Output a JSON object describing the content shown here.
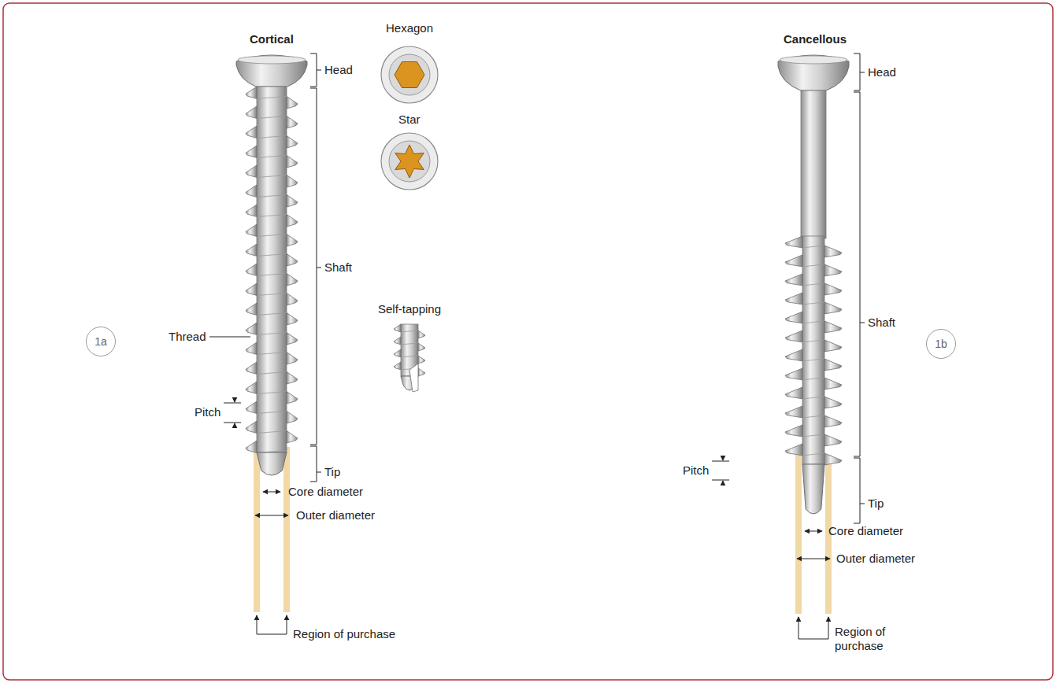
{
  "diagram": {
    "nodes": [
      {
        "text": [
          "1a"
        ]
      },
      {
        "text": [
          "1b"
        ]
      }
    ],
    "labels": [
      "Cortical",
      "Head",
      "Hexagon",
      "Star",
      "Shaft",
      "Thread",
      "Pitch",
      "Tip",
      "Self-tapping",
      "Core diameter",
      "Outer diameter",
      "Region of purchase",
      "Cancellous",
      "Head",
      "Shaft",
      "Pitch",
      "Tip",
      "Core diameter",
      "Outer diameter",
      "Region of purchase"
    ]
  }
}
